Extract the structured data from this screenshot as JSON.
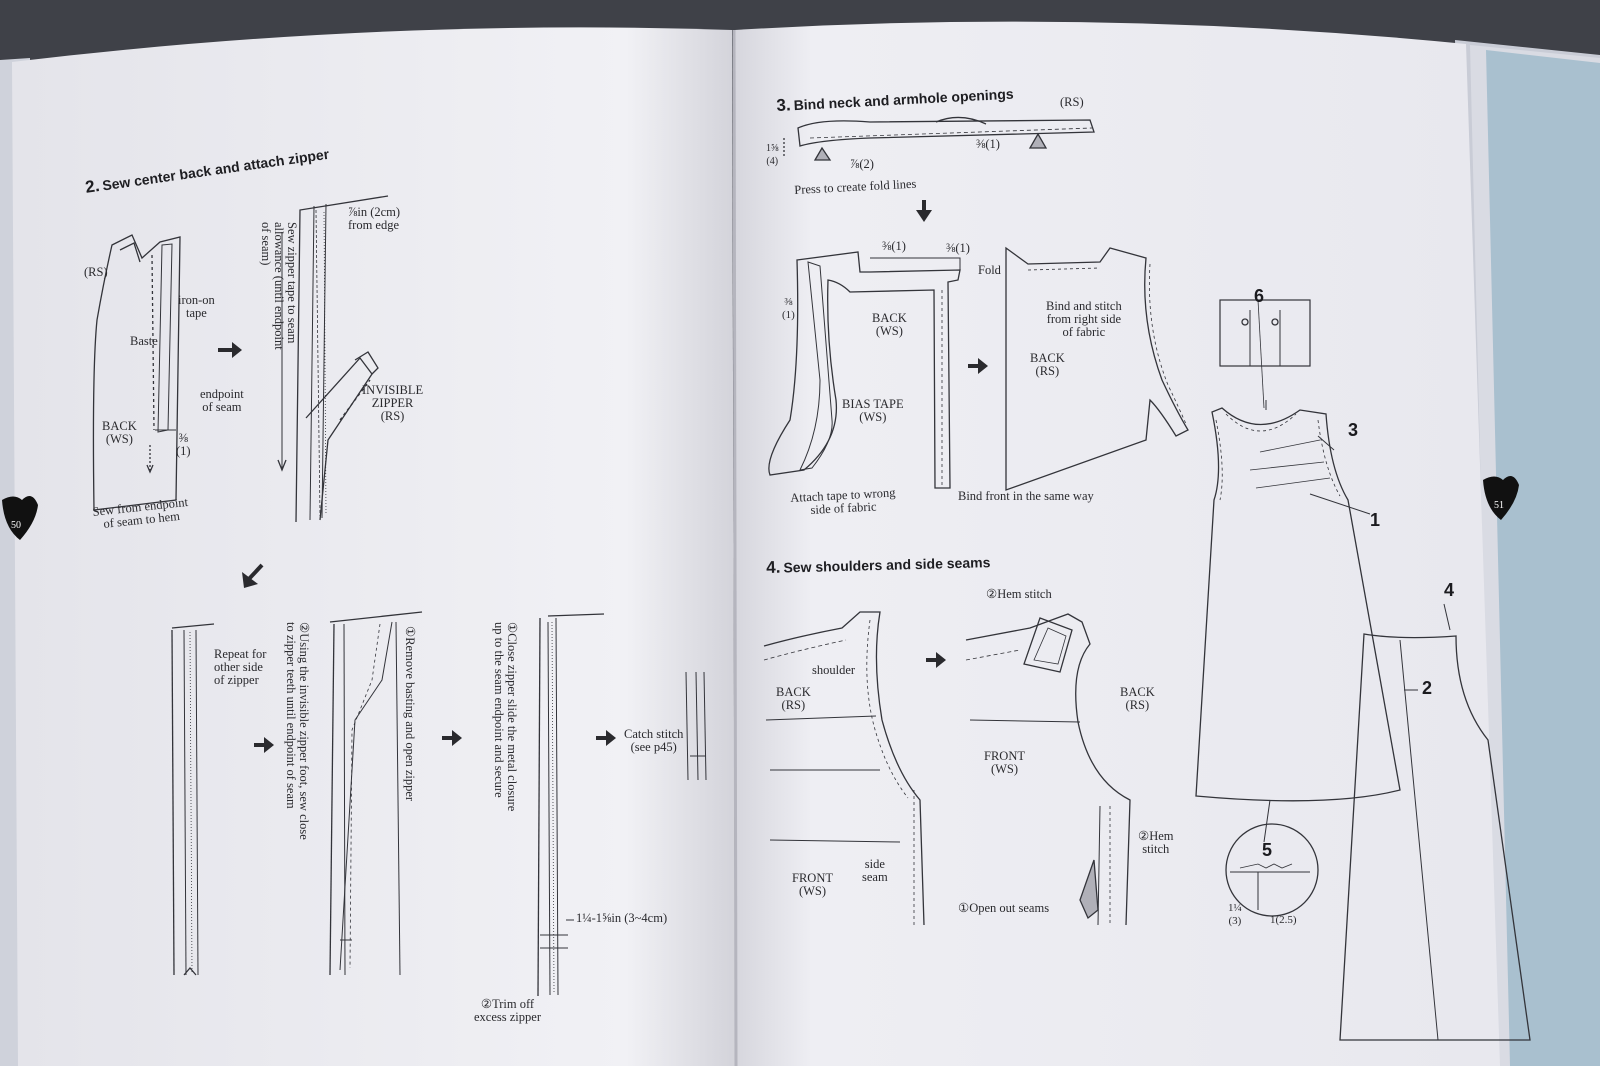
{
  "page_numbers": {
    "left": "50",
    "right": "51"
  },
  "left_page": {
    "step2": {
      "number": "2.",
      "title": "Sew center back and attach zipper",
      "fig_a": {
        "rs": "(RS)",
        "iron_on_tape": "iron-on\ntape",
        "baste": "Baste",
        "endpoint_of_seam": "endpoint\nof seam",
        "back_ws": "BACK\n(WS)",
        "seam_allowance": "⅜\n(1)",
        "sew_from_endpoint": "Sew from endpoint\nof seam to hem"
      },
      "fig_b": {
        "distance_from_edge": "⅞in (2cm)\nfrom edge",
        "vertical_note": "Sew zipper tape to seam\nallowance (until endpoint\nof seam)",
        "invisible_zipper": "INVISIBLE\nZIPPER\n(RS)"
      },
      "fig_c": {
        "repeat": "Repeat for\nother side\nof zipper"
      },
      "fig_d": {
        "remove_basting": "①Remove basting and open zipper",
        "using_foot": "②Using the invisible zipper foot, sew close\nto zipper teeth until endpoint of seam"
      },
      "fig_e": {
        "close_slide": "①Close zipper slide the metal closure\nup to the seam endpoint and secure",
        "trim_length": "1¼-1⅝in (3~4cm)",
        "trim_excess": "②Trim off\nexcess zipper"
      },
      "fig_f": {
        "catch_stitch": "Catch stitch\n(see p45)"
      }
    }
  },
  "right_page": {
    "step3": {
      "number": "3.",
      "title": "Bind neck and armhole openings",
      "tape": {
        "rs": "(RS)",
        "width": "1⅝\n(4)",
        "fold_a": "⅞(2)",
        "fold_b": "⅜(1)",
        "press_note": "Press to create fold lines"
      },
      "fig_back": {
        "fold_a": "⅜(1)",
        "fold_b": "⅜(1)",
        "side": "⅜\n(1)",
        "back_ws": "BACK\n(WS)",
        "bias_tape": "BIAS TAPE\n(WS)",
        "attach_note": "Attach tape to wrong\nside of fabric"
      },
      "fig_fold": {
        "fold": "Fold",
        "bind_note": "Bind and stitch\nfrom right side\nof fabric",
        "back_rs": "BACK\n(RS)",
        "bind_front": "Bind front in the same way"
      }
    },
    "step4": {
      "number": "4.",
      "title": "Sew shoulders and side seams",
      "fig_a": {
        "shoulder": "shoulder",
        "back_rs": "BACK\n(RS)",
        "front_ws": "FRONT\n(WS)",
        "side_seam": "side\nseam"
      },
      "fig_b": {
        "hem_stitch_top": "②Hem stitch",
        "back_rs": "BACK\n(RS)",
        "front_ws": "FRONT\n(WS)",
        "hem_stitch_side": "②Hem\nstitch",
        "open_out_seams": "①Open out seams"
      }
    },
    "dress": {
      "callouts": [
        "6",
        "3",
        "1",
        "4",
        "2",
        "5"
      ],
      "hem_fold": "1¼\n(3)",
      "hem_turn": "1(2.5)"
    }
  }
}
